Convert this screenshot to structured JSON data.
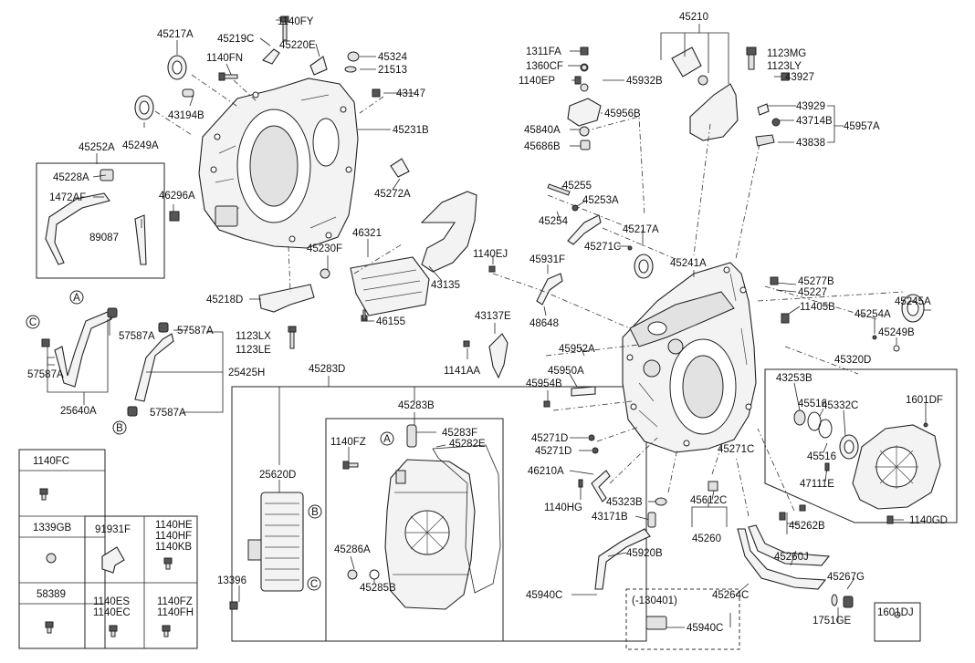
{
  "labels": [
    "1140FY",
    "45219C",
    "45217A",
    "45220E",
    "1140FN",
    "45324",
    "21513",
    "43147",
    "43194B",
    "45249A",
    "45231B",
    "45252A",
    "45228A",
    "1472AF",
    "46296A",
    "89087",
    "45272A",
    "46321",
    "45230F",
    "43135",
    "45218D",
    "46155",
    "1123LX",
    "1123LE",
    "57587A",
    "25425H",
    "25640A",
    "45283D",
    "45283B",
    "45283F",
    "45282E",
    "1140FZ",
    "25620D",
    "13396",
    "45286A",
    "45285B",
    "1311FA",
    "1360CF",
    "1140EP",
    "45932B",
    "45840A",
    "45956B",
    "45686B",
    "45210",
    "1123MG",
    "1123LY",
    "43927",
    "43929",
    "43714B",
    "45957A",
    "43838",
    "45255",
    "45253A",
    "45254",
    "45217A",
    "45271C",
    "1140EJ",
    "45931F",
    "48648",
    "43137E",
    "1141AA",
    "45952A",
    "45950A",
    "45954B",
    "45271D",
    "46210A",
    "1140HG",
    "45323B",
    "43171B",
    "45920B",
    "45940C",
    "45241A",
    "45277B",
    "45227",
    "11405B",
    "45245A",
    "45254A",
    "45249B",
    "45320D",
    "43253B",
    "45516",
    "45332C",
    "1601DF",
    "47111E",
    "45612C",
    "45260",
    "45262B",
    "1140GD",
    "45260J",
    "45264C",
    "45267G",
    "1751GE"
  ],
  "circle_refs": [
    "A",
    "B",
    "C"
  ],
  "sub_option_label": "(-130401)",
  "legend": {
    "cell_1": "1140FC",
    "cell_2": "1339GB",
    "cell_3": "58389",
    "cell_4": "91931F",
    "cell_5": [
      "1140HE",
      "1140HF",
      "1140KB"
    ],
    "cell_6": [
      "1140ES",
      "1140EC"
    ],
    "cell_7": [
      "1140FZ",
      "1140FH"
    ],
    "standalone": "1601DJ"
  }
}
